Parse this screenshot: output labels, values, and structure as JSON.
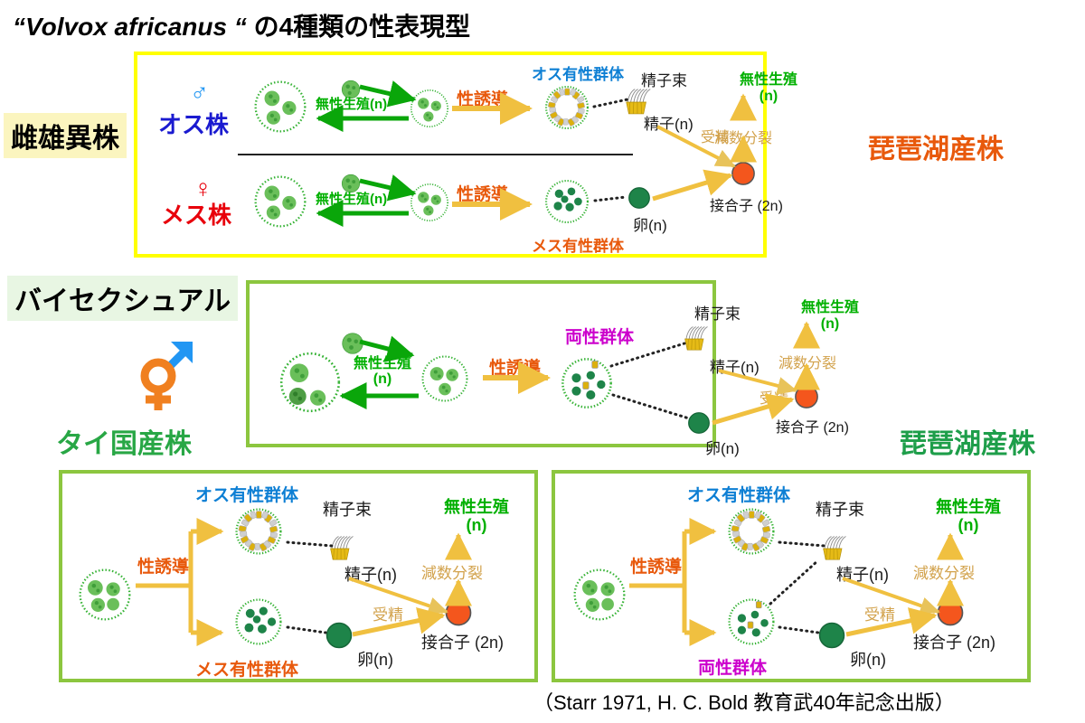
{
  "title": {
    "latin": "“Volvox africanus “",
    "rest": " の4種類の性表現型"
  },
  "categories": {
    "dioecious": "雌雄異株",
    "bisexual": "バイセクシュアル"
  },
  "strains": {
    "biwa_top": "琵琶湖産株",
    "thai": "タイ国産株",
    "biwa_bottom": "琵琶湖産株"
  },
  "labels": {
    "male_strain": "オス株",
    "female_strain": "メス株",
    "male_sym": "♂",
    "female_sym": "♀",
    "asexual": "無性生殖(n)",
    "asexual_line1": "無性生殖",
    "asexual_line2": "(n)",
    "sex_induction": "性誘導",
    "male_colony": "オス有性群体",
    "female_colony": "メス有性群体",
    "bisexual_colony": "両性群体",
    "sperm_bundle": "精子束",
    "sperm": "精子(n)",
    "egg": "卵(n)",
    "fertilization": "受精",
    "meiosis": "減数分裂",
    "zygote": "接合子 (2n)"
  },
  "citation": "（Starr 1971, H. C. Bold 教育武40年記念出版）",
  "colors": {
    "yellow_border": "#ffff00",
    "green_border": "#8cc63f",
    "asexual_green": "#00b000",
    "induction_orange": "#e8590c",
    "male_blue": "#0d7fd4",
    "female_orange": "#e8590c",
    "bisexual_magenta": "#cc00cc",
    "biwa_orange": "#e8590c",
    "biwa_green": "#1e9e4a",
    "thai_green": "#28a745",
    "arrow_gold": "#f0c040",
    "zygote_orange": "#f4561d",
    "egg_green": "#1e8449",
    "meiosis_tan": "#d2a24c"
  },
  "icons": {
    "male_symbol": "mars-icon",
    "female_symbol": "venus-icon",
    "bisexual_symbol": "mars-venus-icon",
    "asexual_colony": "volvox-asexual-colony-icon",
    "male_sexual_colony": "volvox-male-colony-icon",
    "female_sexual_colony": "volvox-female-colony-icon",
    "bisexual_colony_icon": "volvox-bisexual-colony-icon",
    "sperm_bundle_icon": "sperm-bundle-icon",
    "egg_icon": "egg-cell-icon",
    "zygote_icon": "zygote-icon"
  }
}
